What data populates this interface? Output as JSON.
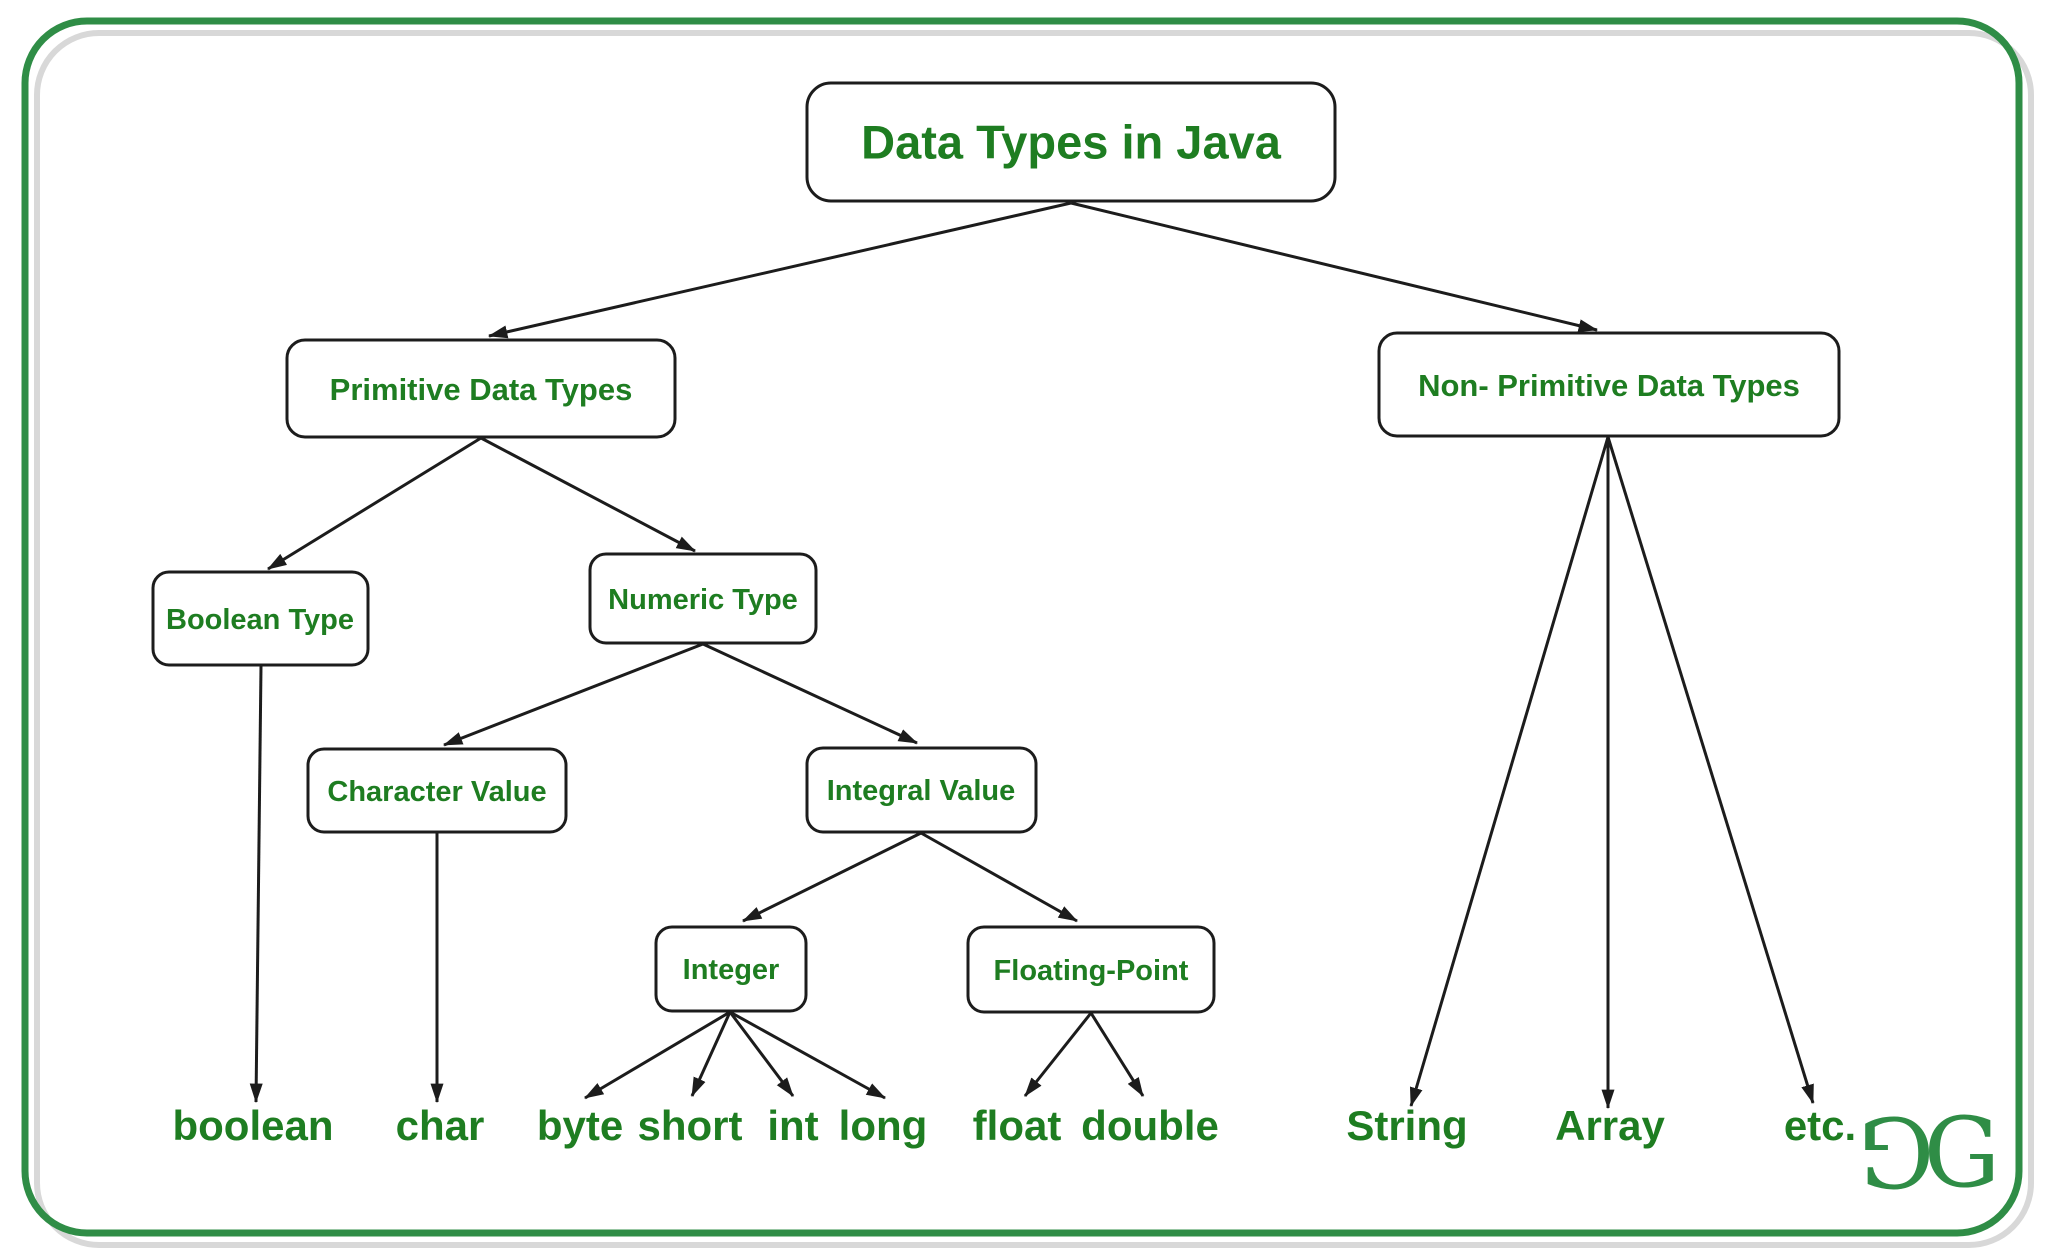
{
  "colors": {
    "text_green": "#1e7d21",
    "frame_green": "#2f8d46",
    "shadow_gray": "#d8d8d8",
    "line_black": "#1c1c1c",
    "box_fill": "#ffffff"
  },
  "diagram": {
    "nodes": {
      "root": "Data Types in Java",
      "primitive": "Primitive Data Types",
      "non_primitive": "Non- Primitive Data Types",
      "boolean_type": "Boolean Type",
      "numeric_type": "Numeric Type",
      "character_value": "Character Value",
      "integral_value": "Integral Value",
      "integer": "Integer",
      "floating_point": "Floating-Point"
    },
    "leaves": {
      "boolean": "boolean",
      "char": "char",
      "byte": "byte",
      "short": "short",
      "int": "int",
      "long": "long",
      "float": "float",
      "double": "double",
      "string": "String",
      "array": "Array",
      "etc": "etc."
    },
    "logo": {
      "left_letter": "G",
      "right_letter": "G"
    }
  }
}
